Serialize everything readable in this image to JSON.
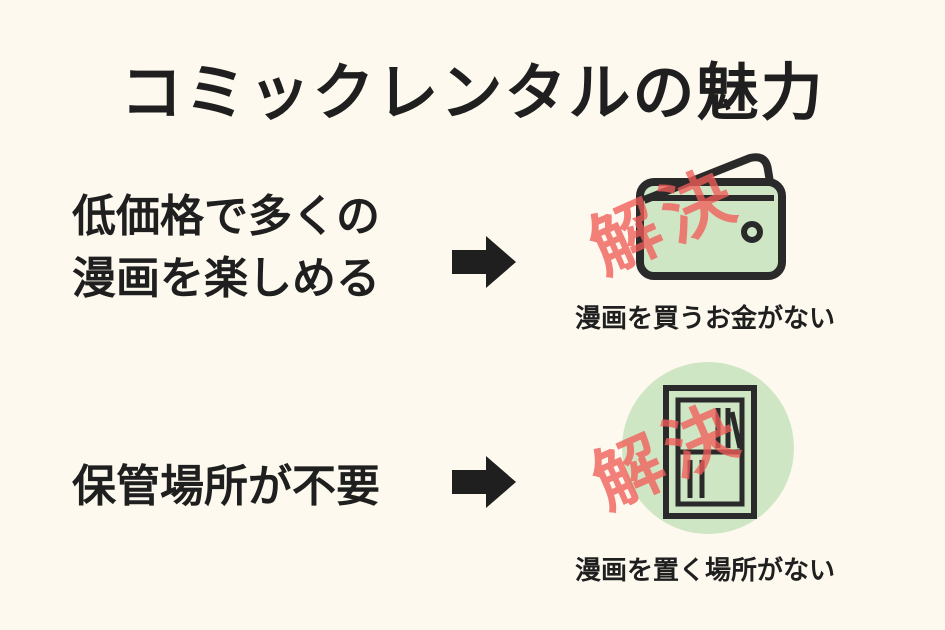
{
  "title": "コミックレンタルの魅力",
  "benefits": [
    {
      "lines": [
        "低価格で多くの",
        "漫画を楽しめる"
      ],
      "stamp": "解決",
      "caption": "漫画を買うお金がない",
      "icon": "wallet-icon"
    },
    {
      "lines": [
        "保管場所が不要"
      ],
      "stamp": "解決",
      "caption": "漫画を置く場所がない",
      "icon": "bookshelf-icon"
    }
  ],
  "colors": {
    "background": "#fdf9ee",
    "text": "#1f1f1f",
    "icon_fill": "#cfe6c4",
    "icon_stroke": "#2a2a2a",
    "stamp": "#ef5c58"
  }
}
